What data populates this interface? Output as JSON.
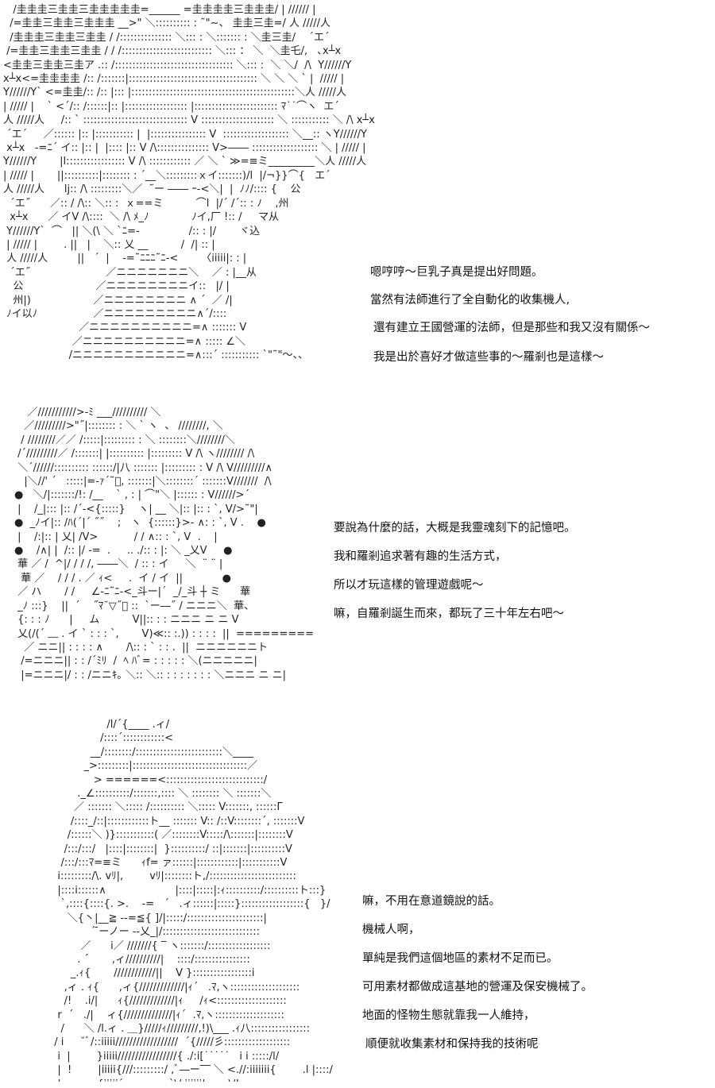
{
  "panels": [
    {
      "art": [
        "   /圭圭圭三圭圭三圭圭圭圭圭=______ =圭圭圭圭三圭圭圭/ | ////// |",
        "  /=圭圭三圭圭三圭圭圭 __>\" ＼:::::::::: : ˜\"~、 圭圭三圭=/ 人 /////人",
        "  /圭圭圭三圭圭三圭圭 / /::::::::::::::: ＼::: : ＼::::::: : ＼圭三圭/    ´エ´",
        " /=圭圭三圭圭三圭圭 / / /:::::::::::::::::::::::::: ＼::: ： ＼  ＼圭乇/,   ､x┴x",
        "<圭圭三圭圭三圭ア .:: /:::::::::::::::::::::::::::::::::: ＼::: :  ＼ ＼/  /\\  Y//////Y",
        "x┴x<=圭圭圭圭 /:: /:::::::|::::::::::::::::::::::::::::::::::::: ＼ ＼ ＼ ` |  ///// |",
        "Y//////Y` <=圭圭/:: /:: |::: |:::::::::::::::::::::::::::::::::::::::::::::::＼人 /////人",
        "| ///// |    ` <´/:: /::::::|:: |:::::::::::::::::: |:::::::::::::::::::::::: ﾏ˙˙⌒ヽ  エ´",
        "人 /////人     /:: ` :::::::::::::::::::::::::::::: V ::::::::::::::::::::: ＼ ::::::::::: ＼ /\\ x┴x",
        " ´エ´     ／:::::: |:: |::::::::::: |  |:::::::::::::::: V  ::::::::::::::::::: ＼__:: ヽY//////Y",
        " x┴x   -=ﾆ´ イ:: |:: |  |:::: |:: V /\\::::::::::::::: V>―― ::::::::::::::::::: ＼ | ///// |",
        "Y//////Y       |l::::::::::::::::: V /\\ :::::::::::: ／ ＼ ` ≫=≡ミ_________＼人 /////人",
        "| ///// |       ||::::::::::|:::::::: : ´__＼:::::::::ｘイ:::::::)/l  |/¬}}⌒{   エ´",
        "人 /////人      lj:: /\\ :::::::::＼／  ˜ー ―― ｰ-<＼|  |  ﾉﾉ/:::: {    公",
        "  ´エ˝      ／:: / /\\:: ＼:: :  ｘ==ミ          ⌒l  |/´ /´:: : ﾉ    ,州",
        "  x┴x      ／ イV /\\::::  ＼ /\\ ﾒ_ﾉ             ﾉイ,厂 !:: /     マ从",
        " Y//////Y`  ⌒   || ＼(\\ ＼ `ﾆ=-               /:: : |/       ヾ込",
        " | ///// |        . ||   |    ＼:: 乂 __          /  /| :: |",
        " 人 /////人         ||   ´  |    -=˜ﾆﾆﾆ˜ﾆ-<       〈iiiii|: : |",
        "  ´エ˝                       ／ニニニニニニニ＼    ／ : |__从",
        "   公                      ／ニニニニニニニニイ::   |/ |",
        "   州|)                   ／ニニニニニニニニ ∧ ´  ／ /|",
        " ﾉイ以ﾉ                 ／ニニニニニニニニニ∧´/::::",
        "                       ／ニニニニニニニニニニ=∧ ::::::: V",
        "                     ／ニニニニニニニニニニ=∧ ::::: ∠＼",
        "                    /ニニニニニニニニニニニ=∧:::´ ::::::::::: `\"˜\"～、、"
      ],
      "dialogue": [
        "嗯哼哼～巨乳子真是提出好問題。",
        "當然有法師進行了全自動化的收集機人,",
        "還有建立王國營運的法師，但是那些和我又沒有關係～",
        "我是出於喜好才做這些事的～羅剎也是這樣～"
      ]
    },
    {
      "art": [
        "    ／///////////>-ﾐ ___////////// ＼",
        "   ／/////////>\"˝|:::::::: : ＼ ` ヽ  、 ////////, ＼",
        "  / ////////／／ /:::::|::::::::: : ＼ ::::::::＼////////＼",
        " /´/////////／ /:::::::| |:::::::::: |::::::::: V /\\ ヽ//////// /\\",
        " ＼´//////:::::::::: ::::::/|八 ::::::: |::::::::: : V /\\ V/////////∧",
        "   |＼//' ´   :::::|=-ｧ´˜ﾞ, :::::::|＼::::::::´ :::::::V///////  /\\",
        "●   ＼/|:::::::/!: /__    ` , : | ⌒\"＼ |:::::: : V//////>´",
        " |    /_|::: |:: /´-<{:::::}    ヽ| __ ＼|:: |:: : `, V/>˜\"|",
        "●  _ﾉイ|:: /ﾊ(´|´ ˝˝    ;   ヽ  {::::::}>- ∧: : `, V .    ●",
        " |    /:|:: | 乂| /V>           / / ∧:: : `, V  .    |",
        "●    /∧| |  /:: |/ -=  .     .. ./:: : |: ＼ _乂V     ●",
        " 華 ／ /  ^|/ / / /, ――＼  / :: : イ     ＼  ¨ ¨ |",
        "  華 ／    / / / . ／ ｨ<     .  イ / イ  ||            ●",
        " ／ ハ       / /     ∠-ﾆ˜ﾆ-<_斗ー|´  _/_斗 ┼ ミ      華",
        " _ﾉ :::}    ||  ´    ˝ﾏ˘▽˝ﾞ ::  `ー―˝ / ニニニ＼  華、",
        " {: : : ﾉ      |     ム          V||:: : : ニニニ ニ ニ V",
        " 乂(/(´ ﹏ . イ ` : : : `,       V)≪:: :.)) : : : :  ||  =========",
        "   ／ ニニ|| : : : : ∧       /\\:: : ` : : .  ||  ニニニニニニト",
        "  /=ニニニ|| : : /´ﾐﾘ  /  ﾍ ﾊﾞ= : : : : : ＼(ニニニニニ|",
        "  |=ニニニ|/ : : /ニニｷ｡ ＼:: ＼:: : : : : : : : ＼ニニニ ニ ニ|"
      ],
      "dialogue": [
        "要說為什麼的話，大概是我靈魂刻下的記憶吧。",
        "我和羅剎追求著有趣的生活方式，",
        "所以才玩這樣的管理遊戲呢～",
        "嘛，自羅剎誕生而來，都玩了三十年左右吧～"
      ]
    },
    {
      "art": [
        "                  /l/´{____ .ィ/",
        "                /::::´::::::::::::<",
        "             __/::::::::/:::::::::::::::::::::::::＼____",
        "           _>:::::::::|:::::::::::::::::::::::::::::::::／",
        "              > ======<::::::::::::::::::::::::::::/",
        "         ._∠::::::::::/:::::::,:::: ＼ :::::::: ＼ :::::::＼",
        "        ／ ::::::: ＼::::: /:::::::::: ＼::::: V:::::::, ::::::Γ",
        "       /::::_/::|::::::::::::ト__ ::::::: V:: /::V::::::::´, :::::::V",
        "      /::::::＼ )}:::::::::::( ／::::::::V:::::/\\:::::::|::::::::V",
        "     /:::/:::/   |::::|::::::::|  }::::::::::/ ::|:::::::|::::::::::V",
        "    /:::/:::ﾏ=≡ミ      ｨf= ァ::::::|::::::::::::|:::::::::::V",
        "   i:::::::::/\\. vﾘ|,        vﾘ|::::::::ト,/:::::::::::::::::::::::::",
        "   |::::i::::::∧                     |::::|:::::|:ｨ::::::::::/::::::::::ト:::}",
        "    `,::::{::::{. >.    -=   ´   .ィ::::::|:::::}::::::::::::::::::{   }/",
        "      ＼{丶|__≧ --=≦{ ]/|:::::/::::::::::::::::::::::|",
        "             ´ ̄ーノー --乂_|/::::::::::::::::::::::::::::",
        "          ／      i／ ///////{ ‾ ヽ:::::::/::::::::::::::::::",
        "         . ´       ,ィ//////////|    ::::/::::::::::::::::",
        "       _.ｨ{       ////////////||    V }:::::::::::::::::i",
        "     ,ィ . ｨ{      ,ィ{/////////////|ｨ´   .ﾏ,ヽ::::::::::::::::::::",
        "     /!    .i/|      ｨ{/////////////|ｨ     /ｨ<::::::::::::::::::::",
        "   r  ´   ./|    ィ{//////////////|ｨ´  .ﾏ,ヽ::::::::::::::::::::",
        "    /      ＼ /l.ィ . ＿}/////ｨ/////////,!)\\___ .ｨ八:::::::::::::::::",
        "  / i     ˘ﾞ/::iiiii//////////////////  ´{/////彡:::::::::::::::::::",
        "   i  |        }iiiii/////////////////{ ./:i[˙˙˙˙˙   i i :::::/l/",
        "   |  !        |iiiii{///:::::::::/ ,ﾞ―ー‾‾ ＼ <.//:iiiiiii{        .l |::::/",
        "   |           {iiiii´              `\\/:iiiiii|       \\/!::;"
      ],
      "dialogue": [
        "嘛，不用在意道鏡說的話。",
        "機械人啊，",
        "單純是我們這個地區的素材不足而已。",
        "可用素材都做成這基地的營運及保安機械了。",
        "地面的怪物生態就靠我一人維持，",
        "順便就收集素材和保持我的技術呢"
      ]
    }
  ]
}
